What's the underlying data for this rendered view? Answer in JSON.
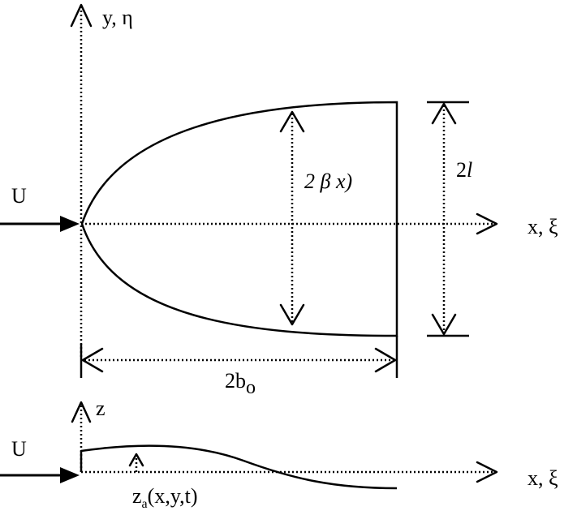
{
  "top_view": {
    "y_axis_label": "y, η",
    "x_axis_label": "x, ξ",
    "flow_label": "U",
    "local_width_label": "2 β  x)",
    "span_label_num": "2",
    "span_label_var": "l",
    "chord_label_main": "2b",
    "chord_label_sub": "o"
  },
  "side_view": {
    "z_axis_label": "z",
    "x_axis_label": "x, ξ",
    "flow_label": "U",
    "displacement_main": "z",
    "displacement_sub": "a",
    "displacement_args": "(x,y,t)"
  }
}
